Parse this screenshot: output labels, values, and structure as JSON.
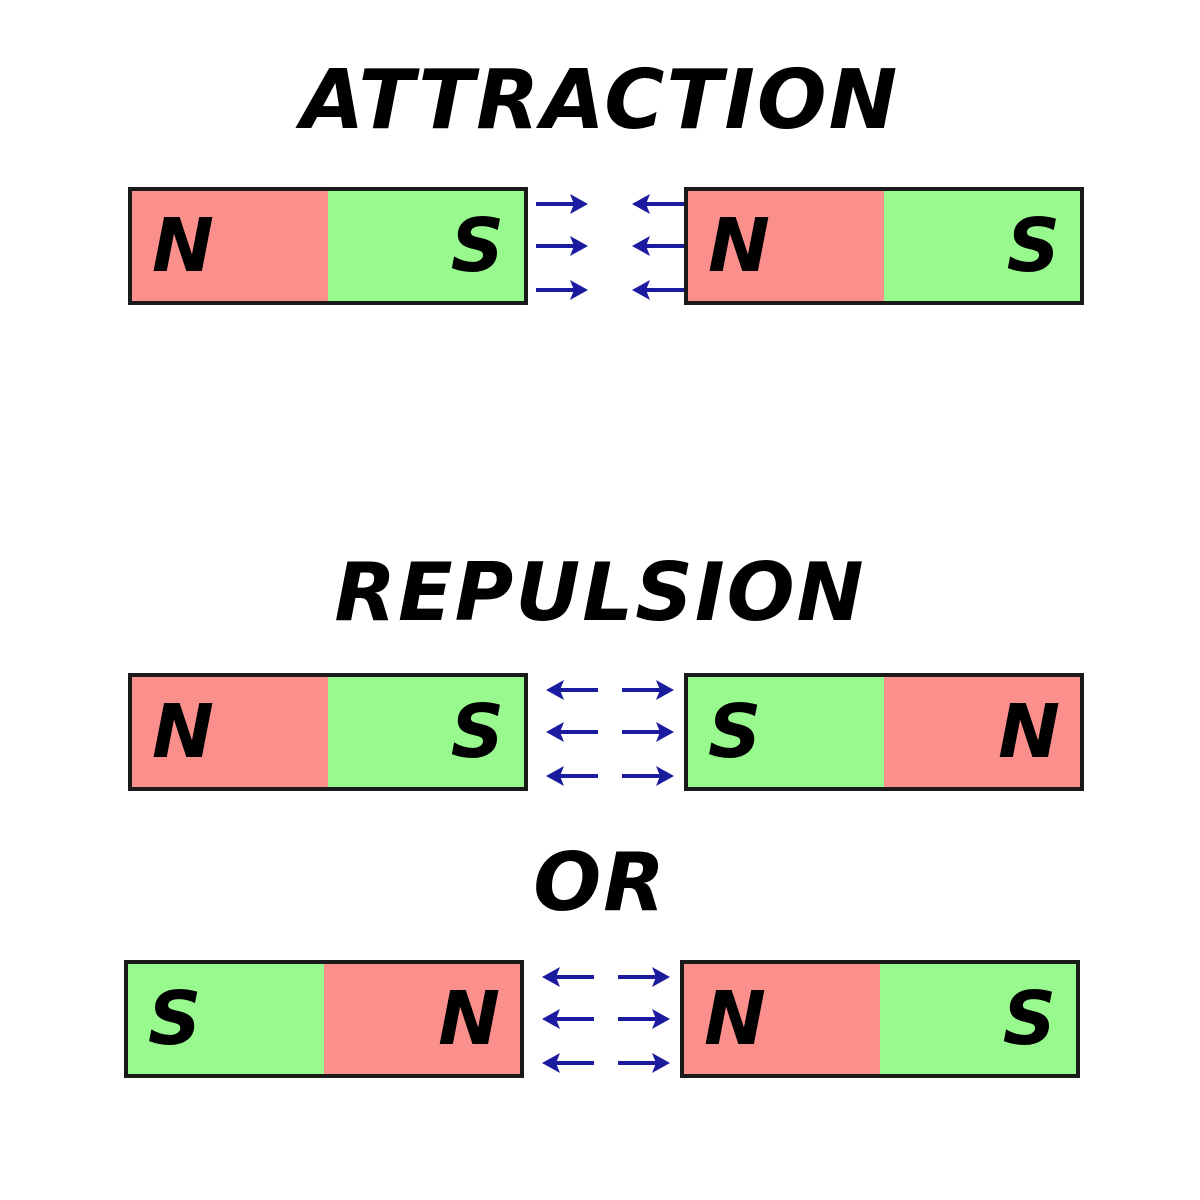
{
  "headings": {
    "attraction": "ATTRACTION",
    "repulsion": "REPULSION",
    "or": "OR"
  },
  "colors": {
    "north": "#fa8f8c",
    "south": "#98fa8e",
    "arrow": "#1b1ba0",
    "border": "#1a1a1a"
  },
  "rows": [
    {
      "name": "attraction-row",
      "magnets": [
        {
          "left_pole": "N",
          "right_pole": "S"
        },
        {
          "left_pole": "N",
          "right_pole": "S"
        }
      ],
      "arrows": {
        "left_group": "right",
        "right_group": "left"
      }
    },
    {
      "name": "repulsion-row-1",
      "magnets": [
        {
          "left_pole": "N",
          "right_pole": "S"
        },
        {
          "left_pole": "S",
          "right_pole": "N"
        }
      ],
      "arrows": {
        "left_group": "left",
        "right_group": "right"
      }
    },
    {
      "name": "repulsion-row-2",
      "magnets": [
        {
          "left_pole": "S",
          "right_pole": "N"
        },
        {
          "left_pole": "N",
          "right_pole": "S"
        }
      ],
      "arrows": {
        "left_group": "left",
        "right_group": "right"
      }
    }
  ]
}
